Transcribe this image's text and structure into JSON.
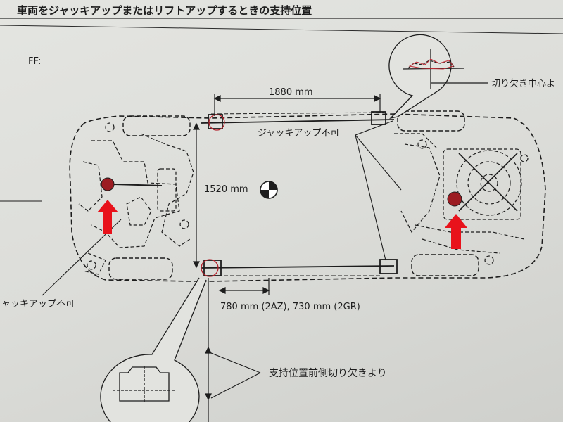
{
  "header": {
    "title": "車両をジャッキアップまたはリフトアップするときの支持位置"
  },
  "diagram": {
    "variant_label": "FF:",
    "dimensions": {
      "wheelbase": "1880 mm",
      "track": "1520 mm",
      "rear_offset": "780 mm (2AZ), 730 mm (2GR)"
    },
    "callouts": {
      "no_jack_top": "ジャッキアップ不可",
      "no_jack_left": "ャッキアップ不可",
      "notch_center": "切り欠き中心よ",
      "support_from_front": "支持位置前側切り欠きより"
    },
    "colors": {
      "ink": "#1d1d1d",
      "arrow": "#e8121b",
      "marker": "#9c1c22"
    }
  }
}
